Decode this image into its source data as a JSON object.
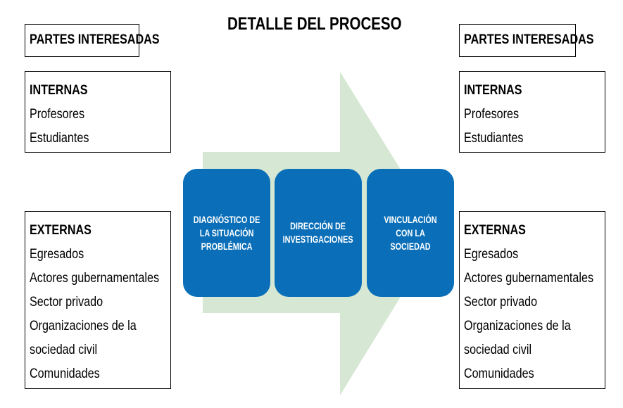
{
  "title": "DETALLE DEL PROCESO",
  "left": {
    "header": "PARTES INTERESADAS",
    "internal": {
      "heading": "INTERNAS",
      "items": [
        "Profesores",
        "Estudiantes"
      ]
    },
    "external": {
      "heading": "EXTERNAS",
      "items": [
        "Egresados",
        "Actores gubernamentales",
        "Sector privado",
        "Organizaciones de la",
        "sociedad civil",
        "Comunidades"
      ]
    }
  },
  "right": {
    "header": "PARTES INTERESADAS",
    "internal": {
      "heading": "INTERNAS",
      "items": [
        "Profesores",
        "Estudiantes"
      ]
    },
    "external": {
      "heading": "EXTERNAS",
      "items": [
        "Egresados",
        "Actores gubernamentales",
        "Sector privado",
        "Organizaciones de la",
        "sociedad civil",
        "Comunidades"
      ]
    }
  },
  "steps": [
    {
      "line1": "DIAGNÓSTICO DE",
      "line2": "LA SITUACIÓN",
      "line3": "PROBLÉMICA"
    },
    {
      "line1": "DIRECCIÓN DE",
      "line2": "INVESTIGACIONES"
    },
    {
      "line1": "VINCULACIÓN",
      "line2": "CON LA SOCIEDAD"
    }
  ],
  "colors": {
    "step": "#0a6fb8",
    "arrow": "#d6e8d3"
  }
}
